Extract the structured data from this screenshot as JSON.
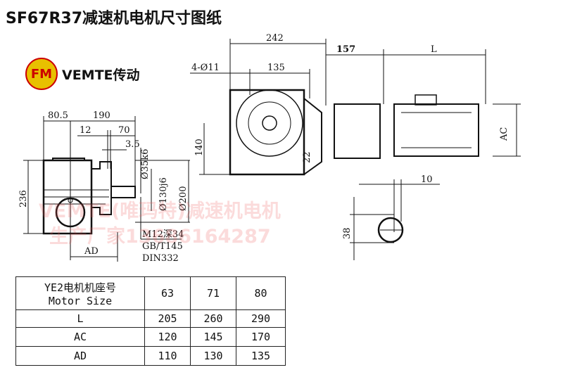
{
  "title": "SF67R37减速机电机尺寸图纸",
  "logo": {
    "mark": "FM",
    "text": "VEMTE传动"
  },
  "side_view": {
    "dims": {
      "d80_5": "80.5",
      "d190": "190",
      "d12": "12",
      "d70": "70",
      "d3_5": "3.5",
      "d35": "Ø35k6",
      "d130": "Ø130j6",
      "d200": "Ø200",
      "d236": "236",
      "ad": "AD"
    },
    "notes": [
      "M12深34",
      "GB/T145",
      "DIN332"
    ]
  },
  "front_view": {
    "dims": {
      "d242": "242",
      "holes": "4-Ø11",
      "d135": "135",
      "d157": "157",
      "L": "L",
      "AC": "AC",
      "d140": "140",
      "d22": "22",
      "d10": "10",
      "d38": "38"
    }
  },
  "watermark": {
    "line1": "VEMTE(唯玛特)减速机电机",
    "line2": "生产厂家13686164287"
  },
  "table": {
    "header_line1": "YE2电机机座号",
    "header_line2": "Motor Size",
    "sizes": [
      "63",
      "71",
      "80"
    ],
    "rows": [
      {
        "label": "L",
        "values": [
          "205",
          "260",
          "290"
        ]
      },
      {
        "label": "AC",
        "values": [
          "120",
          "145",
          "170"
        ]
      },
      {
        "label": "AD",
        "values": [
          "110",
          "130",
          "135"
        ]
      }
    ]
  }
}
